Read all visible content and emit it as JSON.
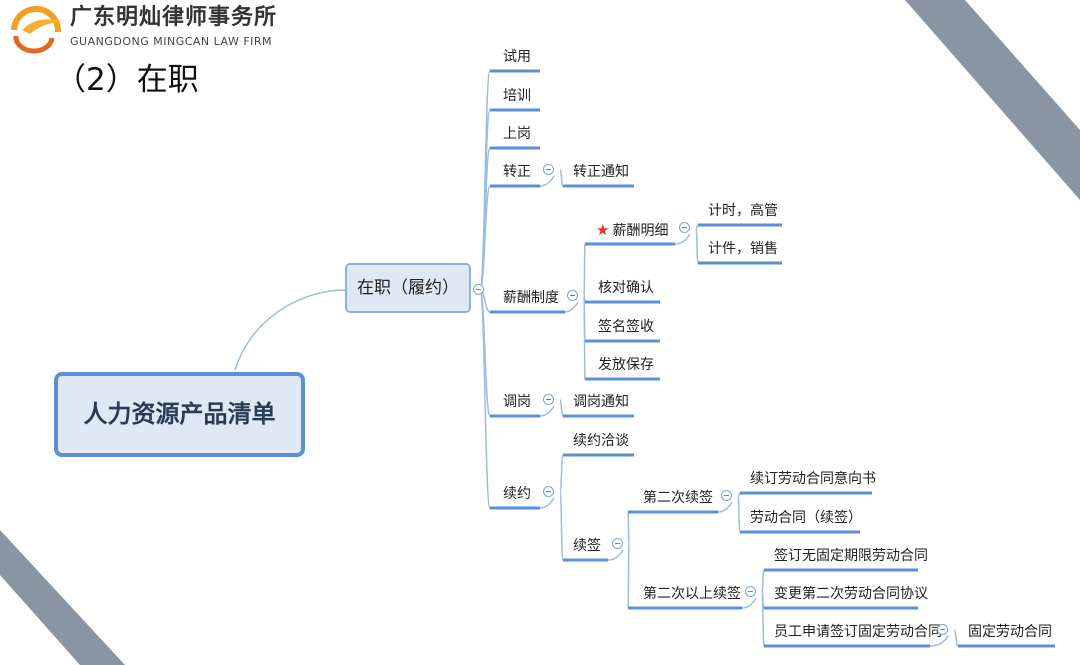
{
  "header": {
    "firm_cn": "广东明灿律师事务所",
    "firm_en": "GUANGDONG MINGCAN LAW FIRM",
    "slide_title": "（2）在职"
  },
  "colors": {
    "line": "#5b8fd6",
    "connector": "#9dbbe3",
    "logo_orange": "#f0a020",
    "stripe": "#8a95a3"
  },
  "mindmap": {
    "main": "人力资源产品清单",
    "root": "在职（履约）",
    "collapse_symbol": "⊖",
    "nodes": {
      "trial": "试用",
      "training": "培训",
      "onboard": "上岗",
      "regular": "转正",
      "regular_notice": "转正通知",
      "salary": "薪酬制度",
      "salary_detail": "薪酬明细",
      "hourly": "计时，高管",
      "piece": "计件，销售",
      "verify": "核对确认",
      "sign": "签名签收",
      "issue": "发放保存",
      "transfer": "调岗",
      "transfer_notice": "调岗通知",
      "renew": "续约",
      "renew_talk": "续约洽谈",
      "resign": "续签",
      "second": "第二次续签",
      "intent": "续订劳动合同意向书",
      "contract": "劳动合同（续签）",
      "beyond": "第二次以上续签",
      "open_term": "签订无固定期限劳动合同",
      "change": "变更第二次劳动合同协议",
      "apply_fixed": "员工申请签订固定劳动合同",
      "fixed": "固定劳动合同"
    }
  }
}
